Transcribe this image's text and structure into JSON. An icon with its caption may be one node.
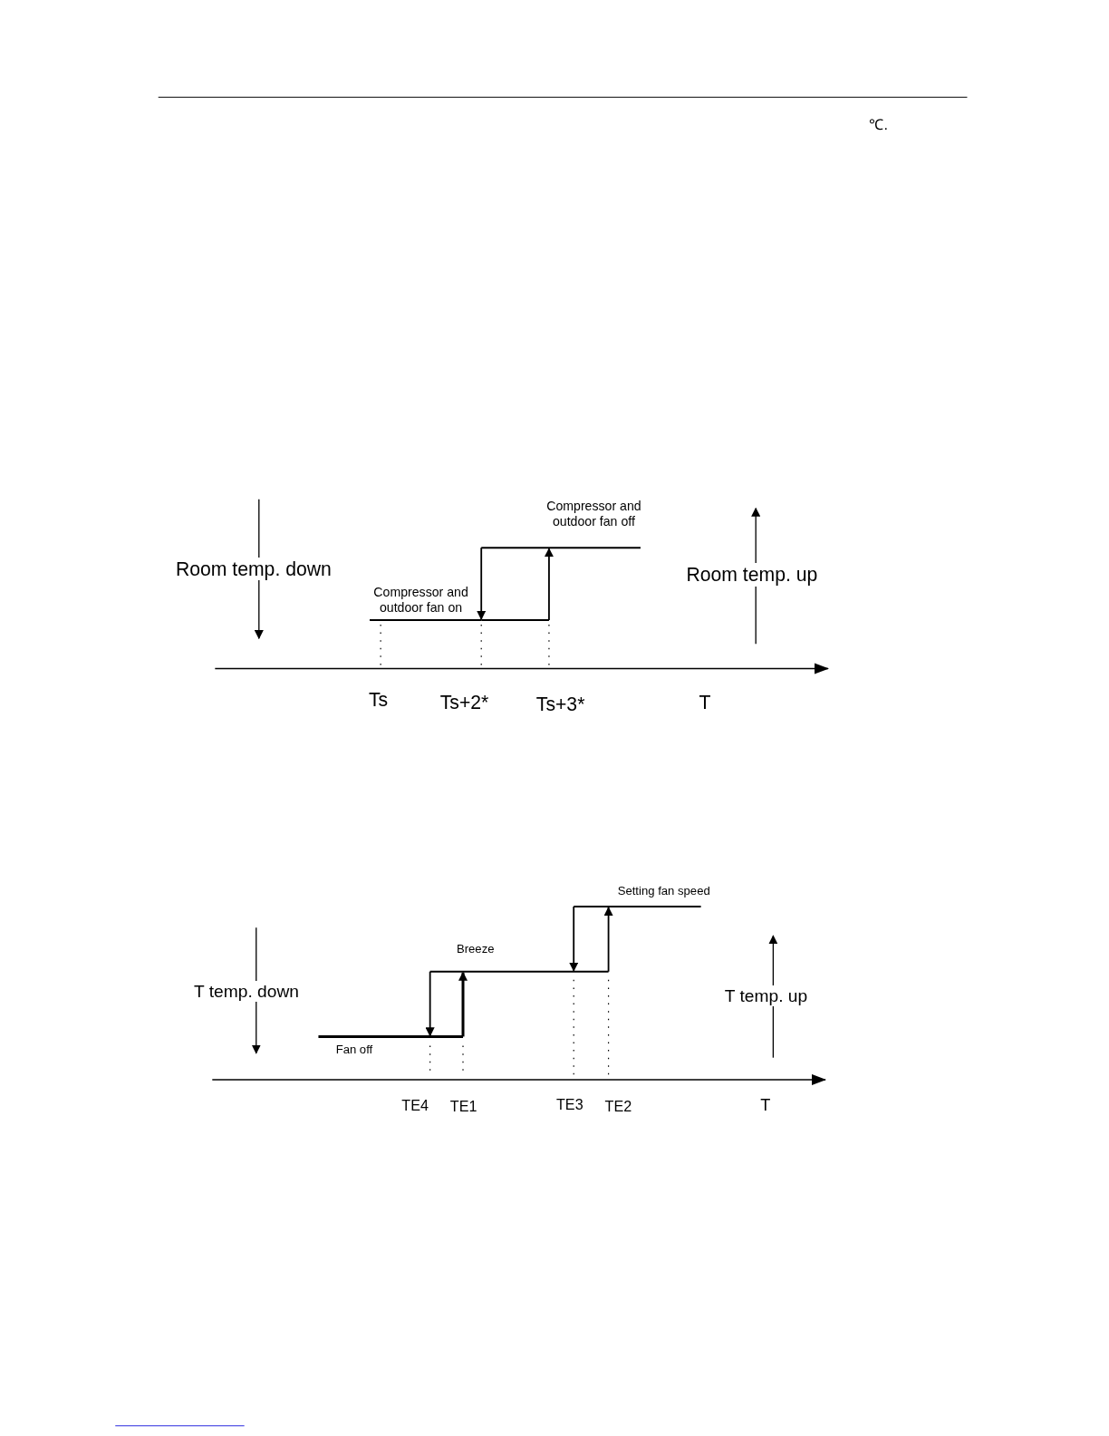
{
  "diagram": {
    "labels": [
      "℃.",
      "Compressor and outdoor fan off",
      "Room temp. down",
      "Room temp. up",
      "Compressor and outdoor fan on",
      "Ts",
      "Ts+2*",
      "Ts+3*",
      "T",
      "Setting fan speed",
      "Breeze",
      "T temp. down",
      "T temp. up",
      "Fan off",
      "TE4",
      "TE1",
      "TE3",
      "TE2",
      "T"
    ]
  }
}
